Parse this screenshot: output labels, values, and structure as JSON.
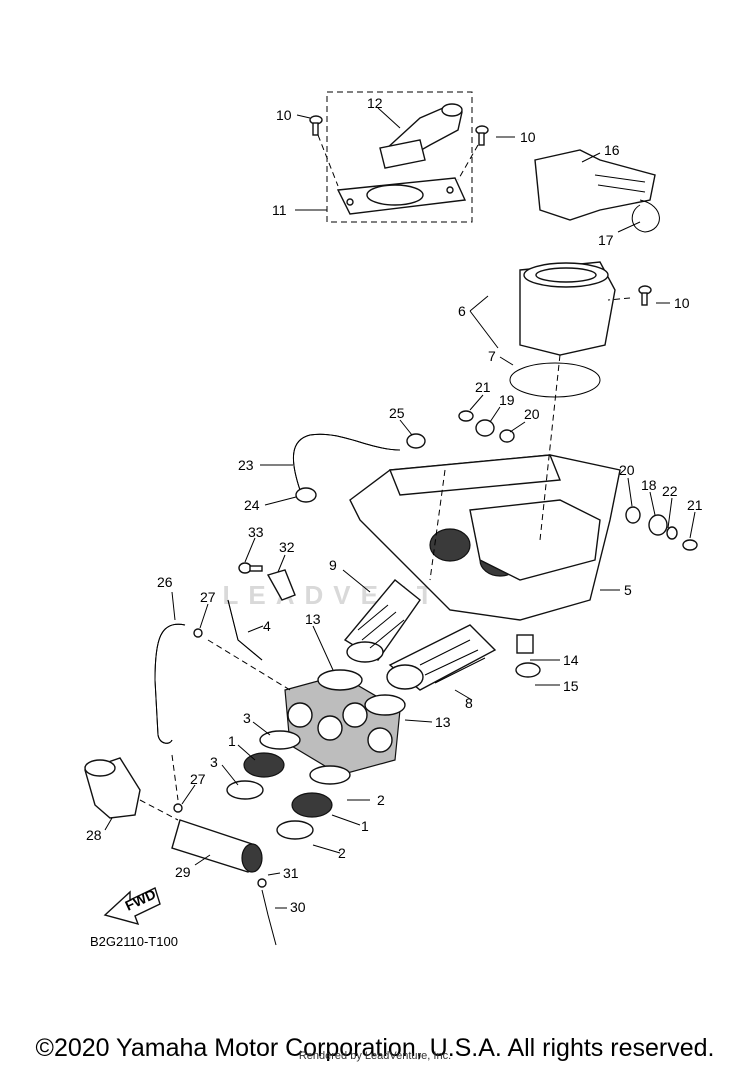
{
  "callouts": [
    "1",
    "2",
    "3",
    "4",
    "5",
    "6",
    "7",
    "8",
    "9",
    "10",
    "11",
    "12",
    "13",
    "14",
    "15",
    "16",
    "17",
    "18",
    "19",
    "20",
    "21",
    "22",
    "23",
    "24",
    "25",
    "26",
    "27",
    "28",
    "29",
    "30",
    "31",
    "32",
    "33"
  ],
  "fwd_label": "FWD",
  "diagram_code": "B2G2110-T100",
  "watermark": "LEADVENTURE",
  "copyright": "©2020 Yamaha Motor Corporation, U.S.A. All rights reserved.",
  "rendered_by": "Rendered by LeadVenture, Inc."
}
